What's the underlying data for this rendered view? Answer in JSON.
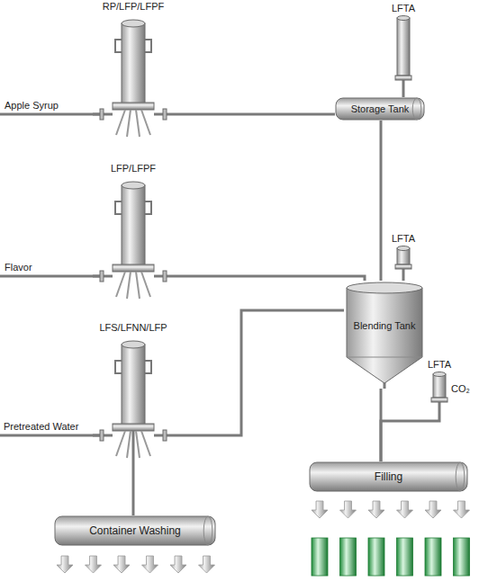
{
  "diagram": {
    "nodes": [
      {
        "text": [
          "RP/LFP/LFPF"
        ]
      },
      {
        "text": [
          "LFTA"
        ]
      },
      {
        "text": [
          "Storage Tank"
        ]
      },
      {
        "text": [
          "LFP/LFPF"
        ]
      },
      {
        "text": [
          "LFTA"
        ]
      },
      {
        "text": [
          "Blending Tank"
        ]
      },
      {
        "text": [
          "LFS/LFNN/LFP"
        ]
      },
      {
        "text": [
          "LFTA"
        ]
      },
      {
        "text": [
          "Filling"
        ]
      },
      {
        "text": [
          "Container Washing"
        ]
      }
    ],
    "edges": [
      {
        "from": 0,
        "to": 2,
        "arrow": "none"
      },
      {
        "from": 1,
        "to": 2,
        "arrow": "none"
      },
      {
        "from": 2,
        "to": 5,
        "arrow": "none"
      },
      {
        "from": 3,
        "to": 5,
        "arrow": "none"
      },
      {
        "from": 4,
        "to": 5,
        "arrow": "none"
      },
      {
        "from": 6,
        "to": 5,
        "arrow": "none"
      },
      {
        "from": 6,
        "to": 9,
        "arrow": "none"
      },
      {
        "from": 5,
        "to": 8,
        "arrow": "none"
      },
      {
        "from": 7,
        "to": 8,
        "arrow": "none"
      }
    ],
    "labels": [
      "Apple Syrup",
      "Flavor",
      "Pretreated Water",
      "CO₂"
    ]
  }
}
